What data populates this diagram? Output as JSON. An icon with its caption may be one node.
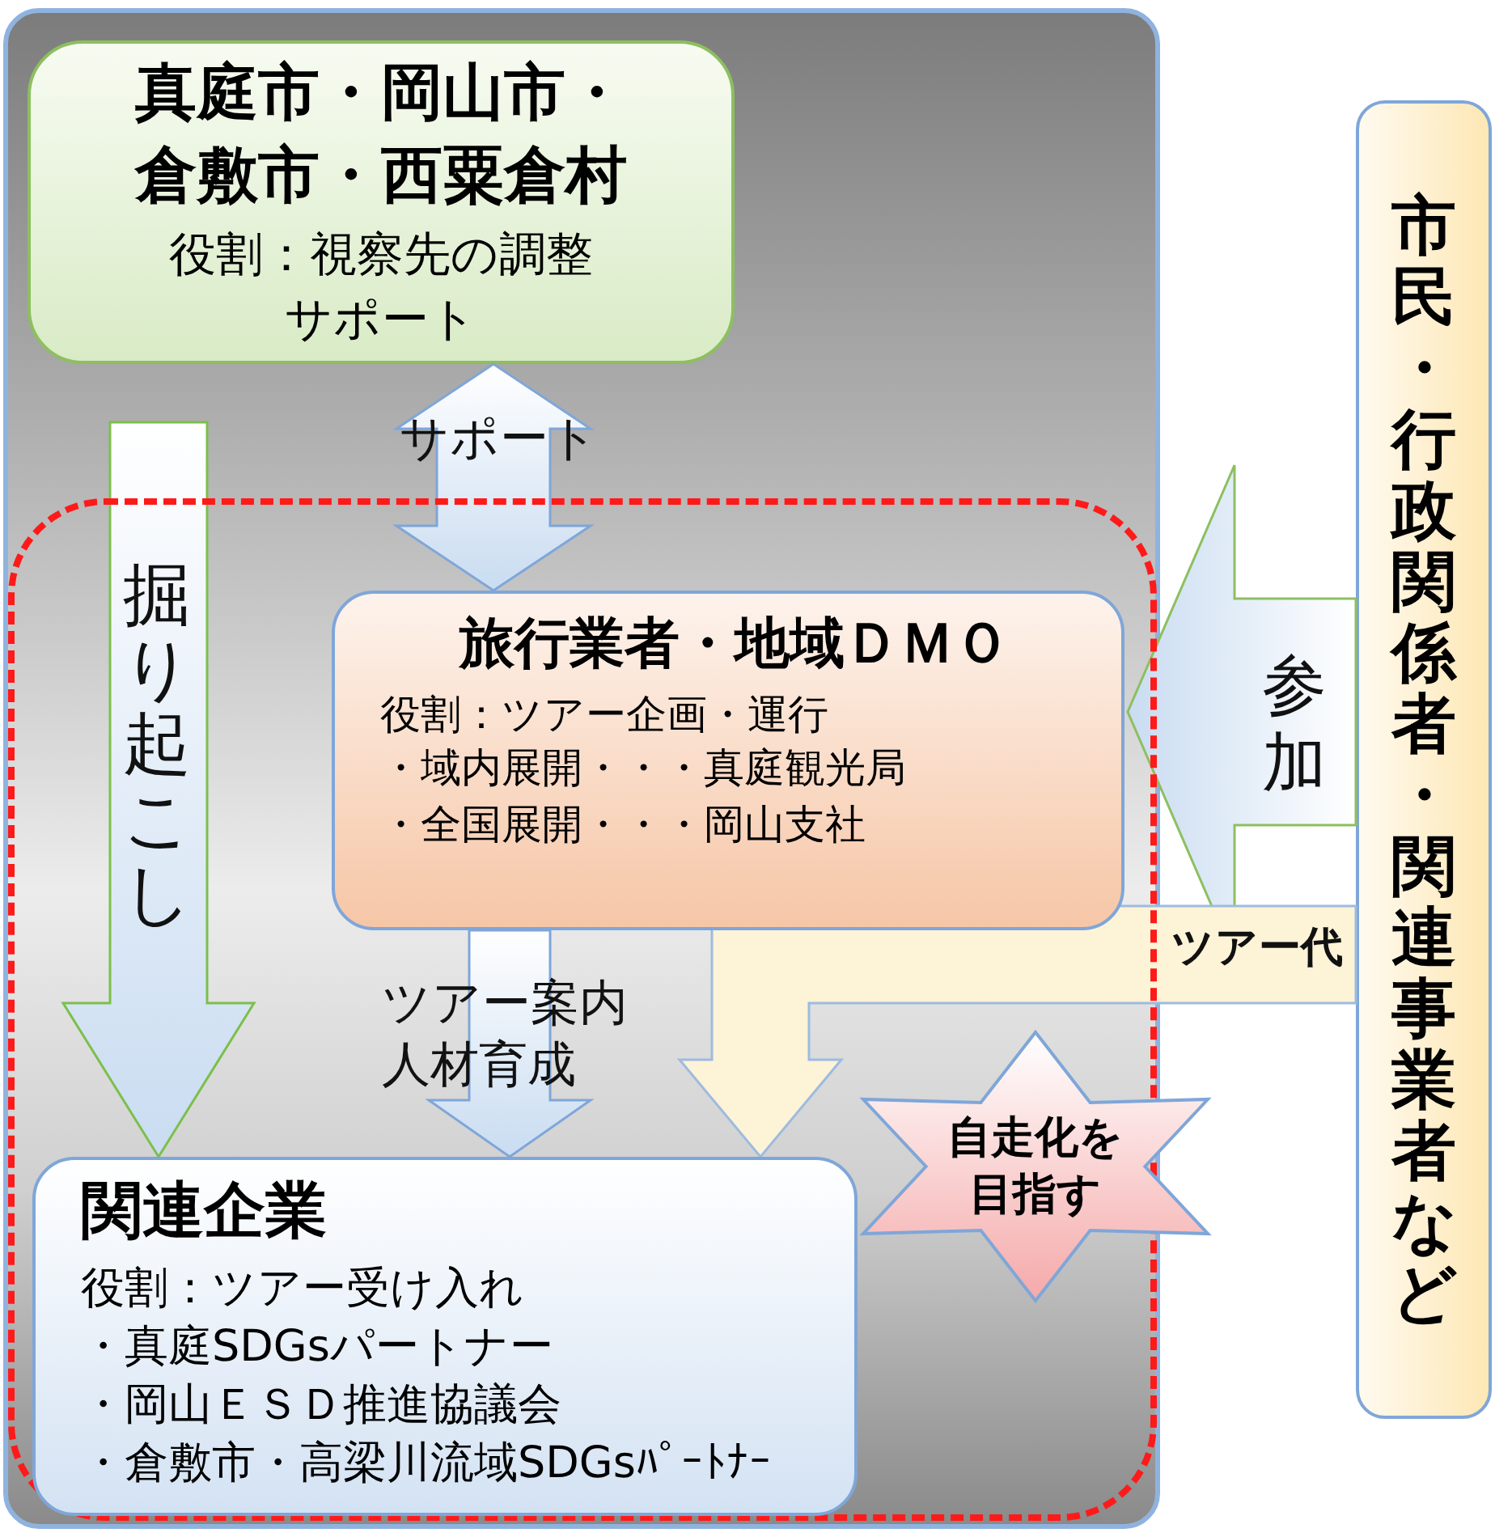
{
  "diagram": {
    "nodes": [
      {
        "text": [],
        "shape": "box"
      },
      {
        "text": [
          "真庭市・岡山市・倉敷市・西粟倉村",
          "役割：視察先の調整サポート"
        ],
        "in": 0
      },
      {
        "text": [],
        "shape": "box",
        "in": 0
      },
      {
        "text": [
          "旅行業者・地域ＤＭＯ",
          "役割：ツアー企画・運行",
          "・域内展開・・・真庭観光局",
          "・全国展開・・・岡山支社"
        ],
        "in": 2
      },
      {
        "text": [
          "関連企業",
          "役割：ツアー受け入れ",
          "・真庭SDGsパートナー",
          "・岡山ＥＳＤ推進協議会",
          "・倉敷市・高梁川流域SDGsﾊﾟｰﾄﾅｰ"
        ],
        "in": 2
      },
      {
        "text": [
          "自走化を目指す"
        ]
      },
      {
        "text": [
          "市民・行政関係者・関連事業者など"
        ]
      }
    ],
    "edges": [
      {
        "from": 1,
        "to": 3,
        "arrow": "both",
        "label": "サポート"
      },
      {
        "from": 1,
        "to": 4,
        "arrow": "to",
        "label": "掘り起こし"
      },
      {
        "from": 3,
        "to": 4,
        "arrow": "to",
        "label": "ツアー案内人材育成"
      },
      {
        "from": 6,
        "to": 3,
        "arrow": "to",
        "label": "参加"
      },
      {
        "from": 6,
        "to": 4,
        "arrow": "to",
        "label": "ツアー代"
      }
    ]
  }
}
